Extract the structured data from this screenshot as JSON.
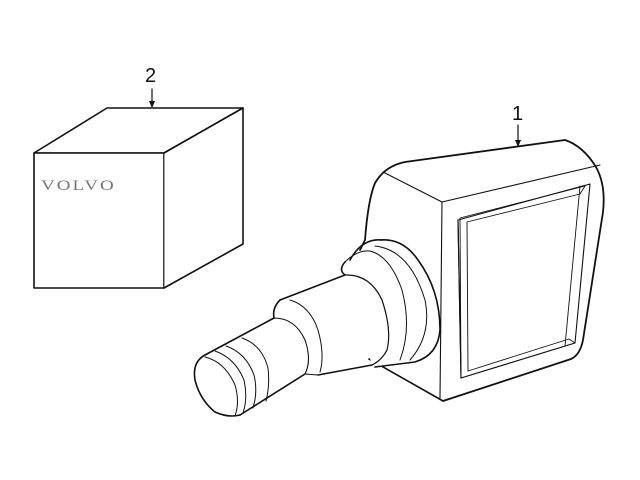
{
  "diagram": {
    "type": "parts-illustration",
    "background": "#ffffff",
    "line_color": "#111111",
    "parts": [
      {
        "callout": "2",
        "name": "Box / packaging",
        "label_text": "VOLVO"
      },
      {
        "callout": "1",
        "name": "Tire pressure monitoring sensor"
      }
    ]
  },
  "callouts": {
    "part1": "1",
    "part2": "2"
  },
  "box": {
    "brand_text": "VOLVO"
  }
}
